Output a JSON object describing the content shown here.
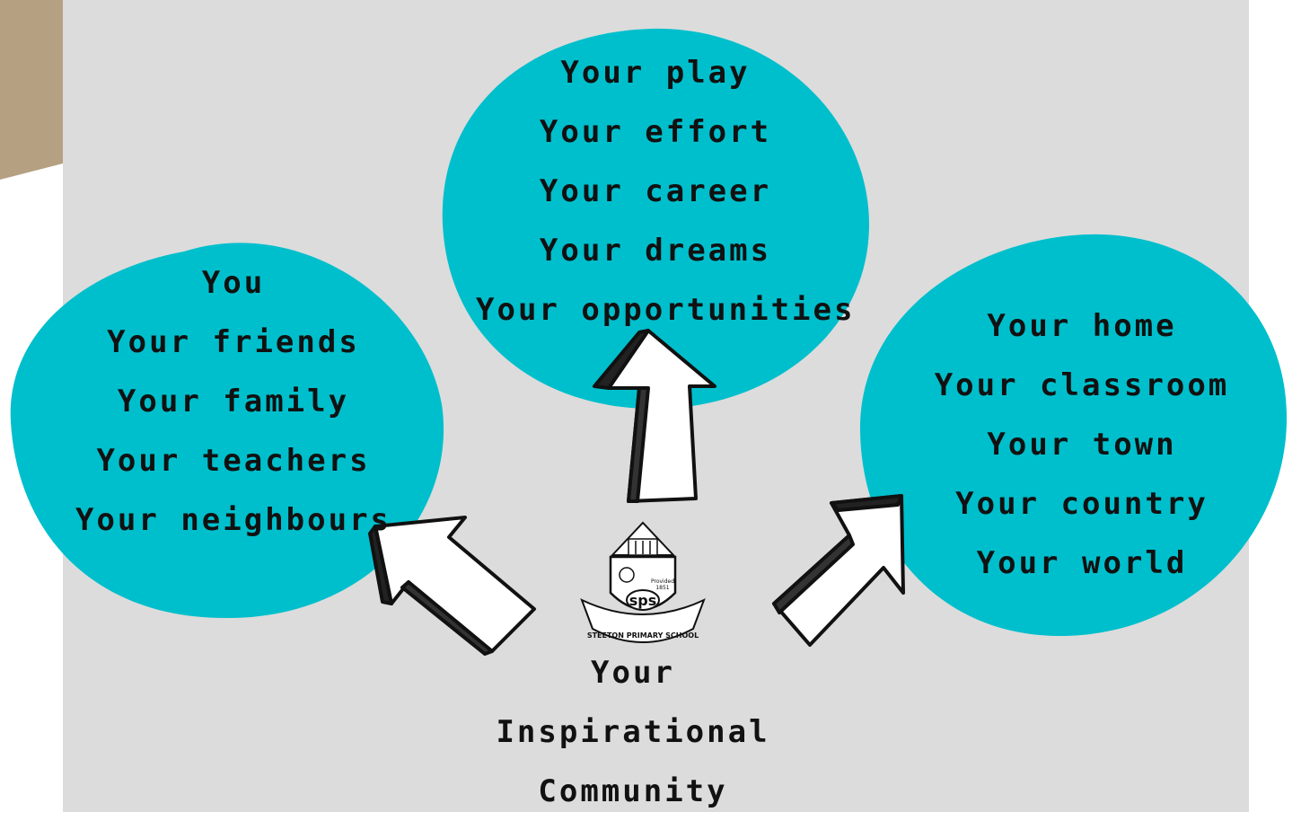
{
  "colors": {
    "blob": "#00bfcc",
    "panel": "#dcdcdc",
    "corner": "#b5a082",
    "ink": "#111111"
  },
  "groups": {
    "left": [
      "You",
      "Your friends",
      "Your family",
      "Your teachers",
      "Your neighbours"
    ],
    "top": [
      "Your play",
      "Your effort",
      "Your career",
      "Your dreams",
      "Your opportunities"
    ],
    "right": [
      "Your home",
      "Your classroom",
      "Your town",
      "Your country",
      "Your world"
    ]
  },
  "center": [
    "Your",
    "Inspirational",
    "Community"
  ],
  "logo": {
    "initials": "sps",
    "banner": "STEETON PRIMARY SCHOOL",
    "provided": "Provided",
    "year": "1851"
  }
}
